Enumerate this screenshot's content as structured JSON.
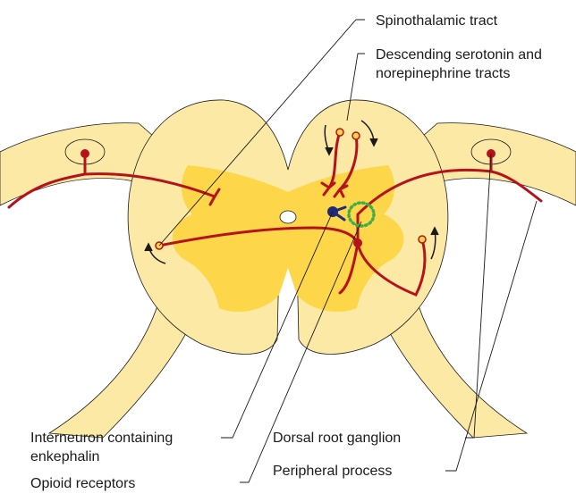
{
  "labels": {
    "spinothalamic": "Spinothalamic tract",
    "descending_line1": "Descending serotonin and",
    "descending_line2": "norepinephrine tracts",
    "interneuron_line1": "Interneuron containing",
    "interneuron_line2": "enkephalin",
    "opioid": "Opioid receptors",
    "drg": "Dorsal root ganglion",
    "peripheral": "Peripheral process"
  },
  "colors": {
    "white_matter": "#fde9a6",
    "grey_matter": "#fdd64a",
    "neuron": "#b5121b",
    "interneuron": "#1f2a7a",
    "receptor": "#3fae49",
    "leader_line": "#1a1a1a"
  }
}
